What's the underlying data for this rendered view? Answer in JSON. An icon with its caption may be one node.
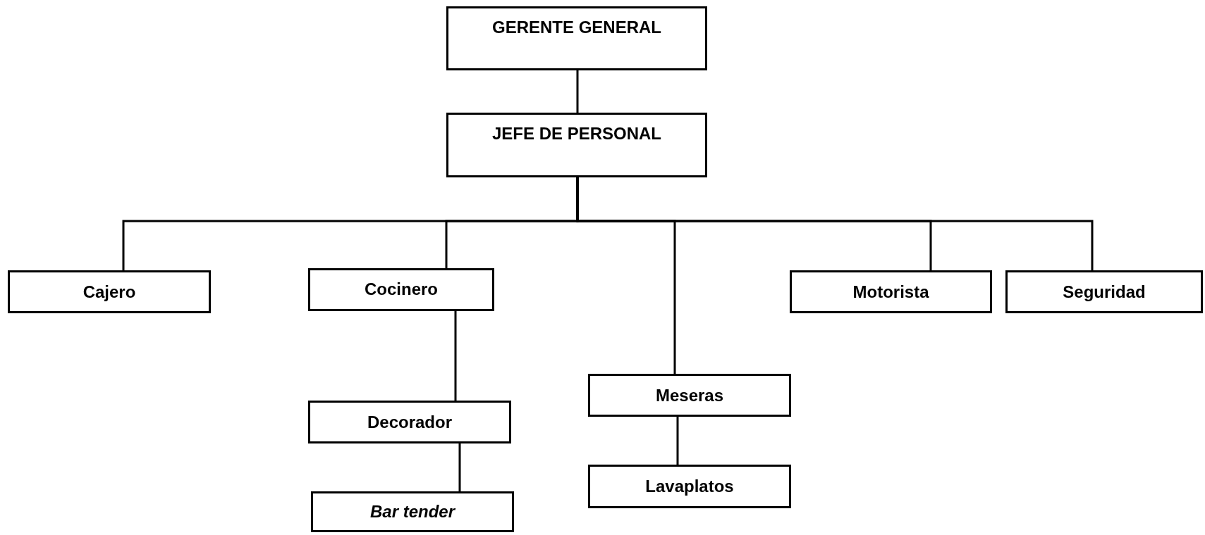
{
  "diagram": {
    "nodes": [
      {
        "text": [
          "GERENTE GENERAL"
        ]
      },
      {
        "text": [
          "JEFE DE PERSONAL"
        ]
      },
      {
        "text": [
          "Cajero"
        ]
      },
      {
        "text": [
          "Cocinero"
        ]
      },
      {
        "text": [
          "Decorador"
        ]
      },
      {
        "text": [
          "Bar tender"
        ]
      },
      {
        "text": [
          "Meseras"
        ]
      },
      {
        "text": [
          "Lavaplatos"
        ]
      },
      {
        "text": [
          "Motorista"
        ]
      },
      {
        "text": [
          "Seguridad"
        ]
      }
    ],
    "edges": [
      {
        "from": 0,
        "to": 1,
        "arrow": "none"
      },
      {
        "from": 1,
        "to": 2,
        "arrow": "none"
      },
      {
        "from": 1,
        "to": 3,
        "arrow": "none"
      },
      {
        "from": 1,
        "to": 6,
        "arrow": "none"
      },
      {
        "from": 1,
        "to": 8,
        "arrow": "none"
      },
      {
        "from": 1,
        "to": 9,
        "arrow": "none"
      },
      {
        "from": 3,
        "to": 4,
        "arrow": "none"
      },
      {
        "from": 4,
        "to": 5,
        "arrow": "none"
      },
      {
        "from": 6,
        "to": 7,
        "arrow": "none"
      }
    ]
  }
}
